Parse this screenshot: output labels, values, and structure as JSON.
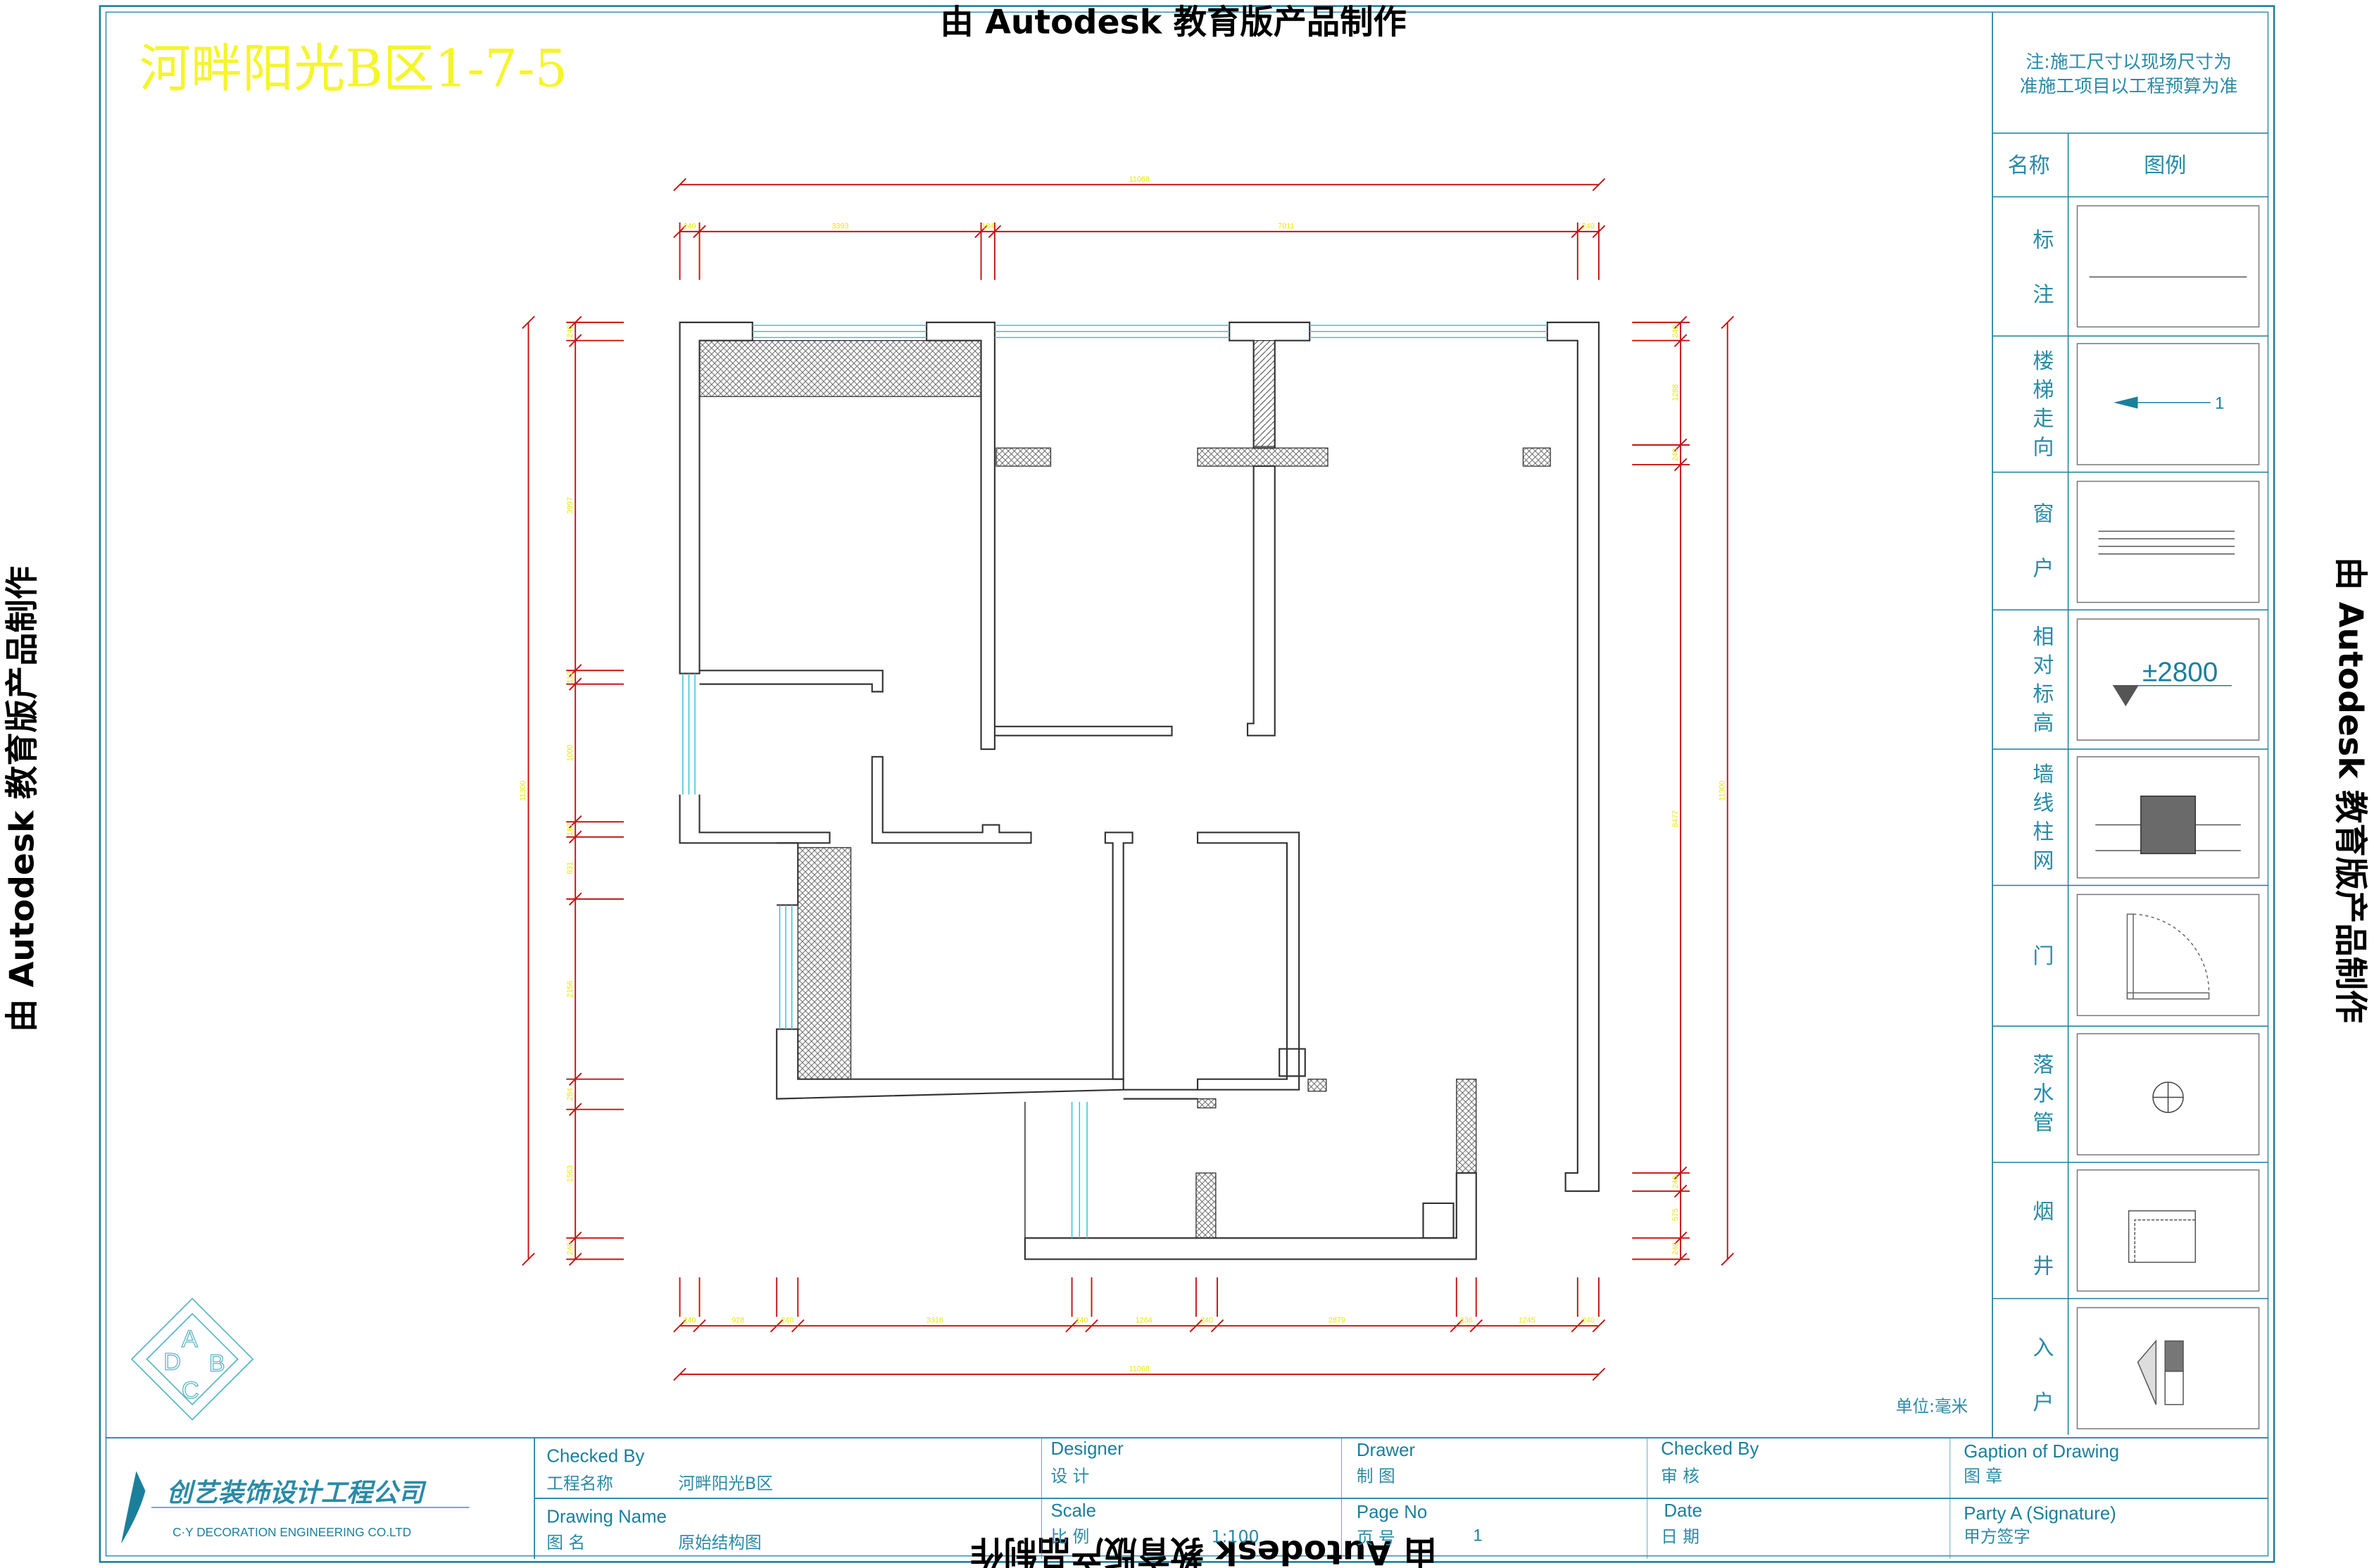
{
  "drawing_title": "河畔阳光B区1-7-5",
  "watermark": "由 Autodesk 教育版产品制作",
  "note": {
    "line1": "注:施工尺寸以现场尺寸为",
    "line2": "准施工项目以工程预算为准"
  },
  "legend": {
    "name_header": "名称",
    "symbol_header": "图例",
    "items": [
      {
        "name": "标注"
      },
      {
        "name": "楼梯走向",
        "arrow_label": "1"
      },
      {
        "name": "窗户"
      },
      {
        "name": "相对标高",
        "value": "±2800"
      },
      {
        "name": "墙线柱网"
      },
      {
        "name": "门"
      },
      {
        "name": "落水管"
      },
      {
        "name": "烟井"
      },
      {
        "name": "入户"
      }
    ]
  },
  "unit_label": "单位:毫米",
  "logo": {
    "letters": [
      "D",
      "A",
      "B",
      "C"
    ]
  },
  "company": {
    "name_cn": "创艺装饰设计工程公司",
    "name_en": "C·Y DECORATION ENGINEERING CO.LTD"
  },
  "title_block": {
    "checked_by_1": "Checked By",
    "project_label": "工程名称",
    "project_value": "河畔阳光B区",
    "drawing_name": "Drawing Name",
    "drawing_label": "图 名",
    "drawing_value": "原始结构图",
    "designer": "Designer",
    "designer_cn": "设 计",
    "scale": "Scale",
    "scale_cn": "比 例",
    "scale_value": "1:100",
    "drawer": "Drawer",
    "drawer_cn": "制 图",
    "page_no": "Page No",
    "page_cn": "页 号",
    "page_value": "1",
    "checked_by_2": "Checked By",
    "checked_cn": "审 核",
    "date": "Date",
    "date_cn": "日 期",
    "caption": "Gaption of Drawing",
    "caption_cn": "图 章",
    "party_a": "Party A  (Signature)",
    "party_cn": "甲方签字"
  },
  "dimensions": {
    "top_total": "11068",
    "top": [
      "240",
      "3393",
      "184",
      "7011",
      "240"
    ],
    "bottom": [
      "240",
      "928",
      "240",
      "3316",
      "240",
      "1264",
      "240",
      "2879",
      "236",
      "1245",
      "240"
    ],
    "bottom_total": "11068",
    "left_total": "11300",
    "left": [
      "240",
      "3997",
      "112",
      "1000",
      "187",
      "831",
      "2156",
      "284",
      "1563",
      "240"
    ],
    "right_total": "11300",
    "right": [
      "240",
      "1288",
      "240",
      "8477",
      "240",
      "575",
      "240"
    ]
  },
  "colors": {
    "frame": "#1b7f9c",
    "title": "#f5f52a",
    "dimension": "#c41414",
    "window": "#35c6d6"
  }
}
